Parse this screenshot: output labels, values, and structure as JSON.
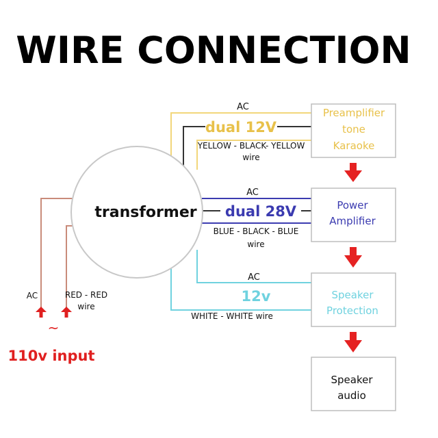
{
  "title": "WIRE CONNECTION",
  "transformer": {
    "label": "transformer"
  },
  "outputs": {
    "dual12": {
      "ac": "AC",
      "voltage": "dual 12V",
      "wire": [
        "YELLOW - BLACK- YELLOW",
        "wire"
      ]
    },
    "dual28": {
      "ac": "AC",
      "voltage": "dual 28V",
      "wire": [
        "BLUE - BLACK - BLUE",
        "wire"
      ]
    },
    "v12": {
      "ac": "AC",
      "voltage": "12v",
      "wire": "WHITE - WHITE wire"
    }
  },
  "input": {
    "ac": "AC",
    "wire": [
      "RED - RED",
      "wire"
    ],
    "tilde": "~",
    "label": "110v input"
  },
  "boxes": {
    "preamp": [
      "Preamplifier",
      "tone",
      "Karaoke"
    ],
    "power": [
      "Power",
      "Amplifier"
    ],
    "protection": [
      "Speaker",
      "Protection"
    ],
    "speaker": [
      "Speaker",
      "audio"
    ]
  },
  "colors": {
    "yellow": "#f2d67a",
    "yellow_text": "#e8c14a",
    "blue": "#3b3bb0",
    "cyan": "#6fd2df",
    "red_wire": "#c98b7a",
    "red": "#e02020",
    "arrow": "#e52222",
    "dark": "#333333",
    "box": "#bdbdbd",
    "circle": "#c8c8c8"
  }
}
